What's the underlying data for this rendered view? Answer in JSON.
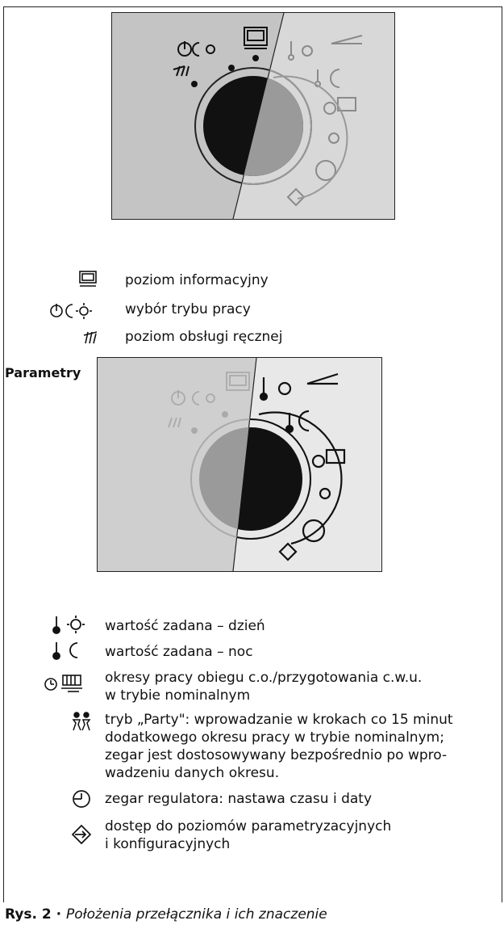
{
  "top_dial": {
    "labels": {
      "info": "poziom informacyjny",
      "mode": "wybór trybu pracy",
      "manual": "poziom obsługi ręcznej"
    }
  },
  "section_label": "Parametry",
  "legend_params": [
    {
      "icon": "thermometer-sun-icon",
      "text": "wartość zadana – dzień"
    },
    {
      "icon": "thermometer-moon-icon",
      "text": "wartość zadana – noc"
    },
    {
      "icon": "clock-radiator-icon",
      "lines": [
        "okresy pracy obiegu c.o./przygotowania c.w.u.",
        "w trybie nominalnym"
      ]
    },
    {
      "icon": "party-icon",
      "lines": [
        "tryb „Party\": wprowadzanie w krokach co 15 minut",
        "dodatkowego okresu pracy w trybie nominalnym;",
        "zegar jest dostosowywany bezpośrednio po wpro-",
        "wadzeniu danych okresu."
      ]
    },
    {
      "icon": "clock-icon",
      "text": "zegar regulatora: nastawa czasu i daty"
    },
    {
      "icon": "access-icon",
      "lines": [
        "dostęp do poziomów parametryzacyjnych",
        "i konfiguracyjnych"
      ]
    }
  ],
  "caption": {
    "number": "Rys. 2 · ",
    "text": "Położenia przełącznika i ich znaczenie"
  }
}
